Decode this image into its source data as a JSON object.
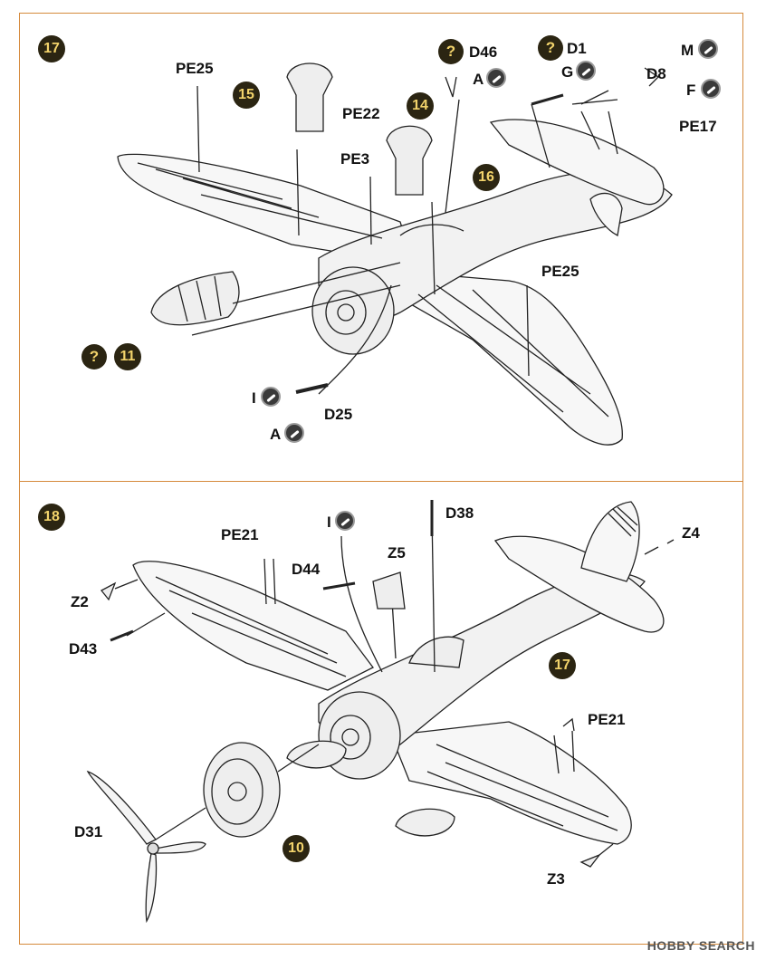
{
  "steps": {
    "step17": {
      "number": "17",
      "subassembly_refs": [
        "15",
        "14",
        "16",
        "11"
      ]
    },
    "step18": {
      "number": "18",
      "subassembly_refs": [
        "17",
        "10"
      ]
    }
  },
  "panel17_labels": {
    "pe25_left": "PE25",
    "pe22": "PE22",
    "pe3": "PE3",
    "d46": "D46",
    "a_top": "A",
    "d1": "D1",
    "g": "G",
    "m": "M",
    "d8": "D8",
    "f": "F",
    "pe17": "PE17",
    "pe25_right": "PE25",
    "i": "I",
    "d25": "D25",
    "a_bottom": "A",
    "question": "?"
  },
  "panel18_labels": {
    "pe21_left": "PE21",
    "i": "I",
    "d38": "D38",
    "d44": "D44",
    "z5": "Z5",
    "z4": "Z4",
    "z2": "Z2",
    "d43": "D43",
    "pe21_right": "PE21",
    "d31": "D31",
    "z3": "Z3"
  },
  "watermark": "HOBBY SEARCH",
  "colors": {
    "panel_border": "#d58a3c",
    "badge_fill": "#2b2512",
    "badge_text": "#f2d36b",
    "paint_fill": "#3a3a3a"
  }
}
